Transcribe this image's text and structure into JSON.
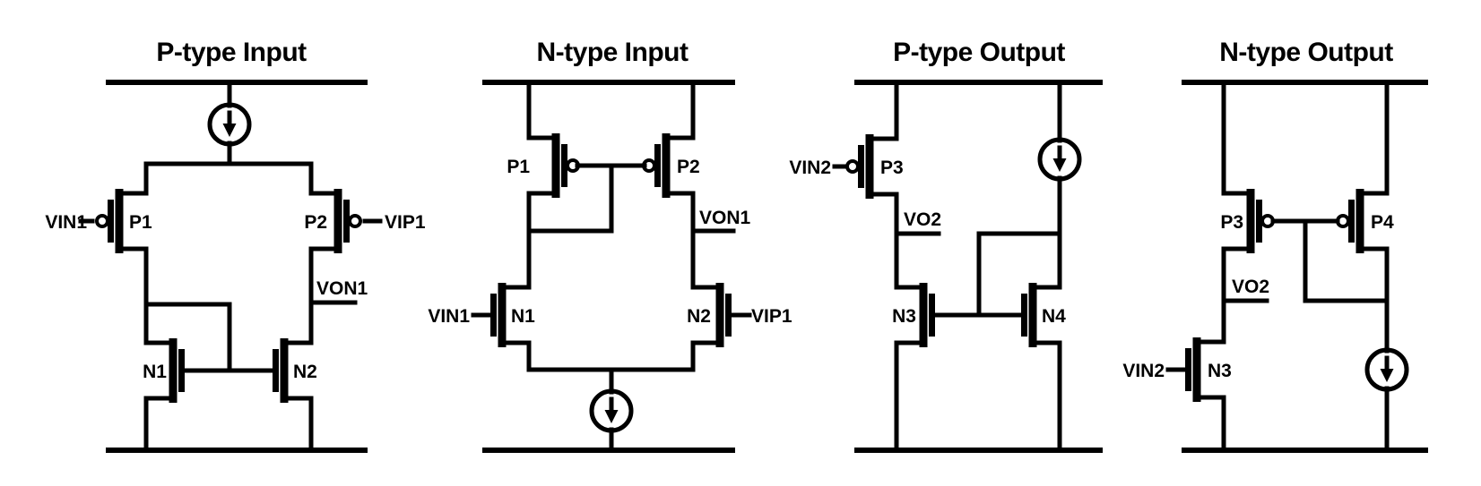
{
  "colors": {
    "ink": "#000000",
    "background": "#ffffff"
  },
  "icons": {
    "current_source_icon": "circle-with-down-arrow"
  },
  "panels": [
    {
      "title": "P-type Input",
      "nets": {
        "in_n": "VIN1",
        "in_p": "VIP1",
        "out": "VON1"
      },
      "devices": {
        "m1": "P1",
        "m2": "P2",
        "m3": "N1",
        "m4": "N2"
      }
    },
    {
      "title": "N-type Input",
      "nets": {
        "in_n": "VIN1",
        "in_p": "VIP1",
        "out": "VON1"
      },
      "devices": {
        "m1": "P1",
        "m2": "P2",
        "m3": "N1",
        "m4": "N2"
      }
    },
    {
      "title": "P-type Output",
      "nets": {
        "in": "VIN2",
        "out": "VO2"
      },
      "devices": {
        "m1": "P3",
        "m3": "N3",
        "m4": "N4"
      }
    },
    {
      "title": "N-type Output",
      "nets": {
        "in": "VIN2",
        "out": "VO2"
      },
      "devices": {
        "m1": "P3",
        "m2": "P4",
        "m3": "N3"
      }
    }
  ]
}
